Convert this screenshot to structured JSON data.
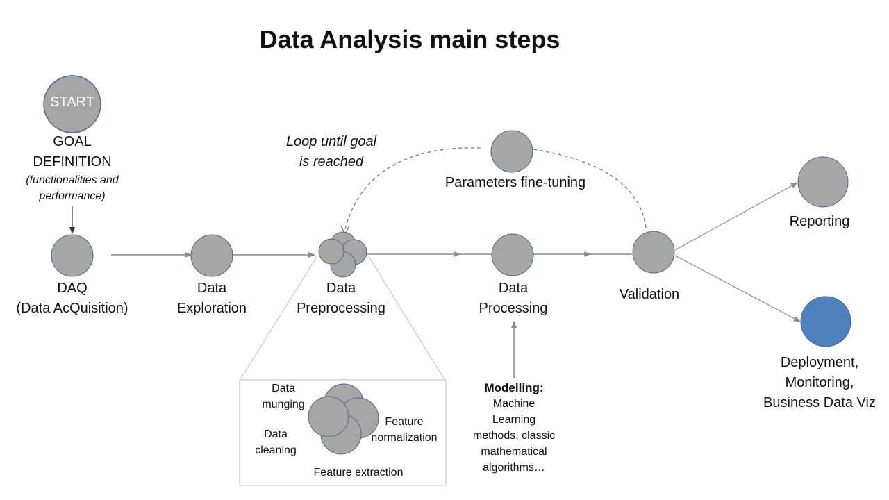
{
  "title": "Data Analysis main steps",
  "start": {
    "label": "START",
    "goal_line1": "GOAL",
    "goal_line2": "DEFINITION",
    "goal_sub1": "(functionalities and",
    "goal_sub2": "performance)"
  },
  "steps": {
    "daq_line1": "DAQ",
    "daq_line2": "(Data AcQuisition)",
    "exploration_line1": "Data",
    "exploration_line2": "Exploration",
    "preprocessing_line1": "Data",
    "preprocessing_line2": "Preprocessing",
    "processing_line1": "Data",
    "processing_line2": "Processing",
    "validation": "Validation",
    "reporting": "Reporting",
    "deployment_line1": "Deployment,",
    "deployment_line2": "Monitoring,",
    "deployment_line3": "Business Data Viz"
  },
  "loop": {
    "label_line1": "Loop until goal",
    "label_line2": "is reached",
    "fine_tuning": "Parameters fine-tuning"
  },
  "preprocessing_detail": {
    "munging_line1": "Data",
    "munging_line2": "munging",
    "cleaning_line1": "Data",
    "cleaning_line2": "cleaning",
    "normalization_line1": "Feature",
    "normalization_line2": "normalization",
    "extraction": "Feature extraction"
  },
  "modelling": {
    "heading": "Modelling:",
    "line1": "Machine",
    "line2": "Learning",
    "line3": "methods, classic",
    "line4": "mathematical",
    "line5": "algorithms…"
  },
  "colors": {
    "node_gray": "#a6a6a6",
    "node_blue": "#4f81bd",
    "edge": "#8c8c8c"
  }
}
